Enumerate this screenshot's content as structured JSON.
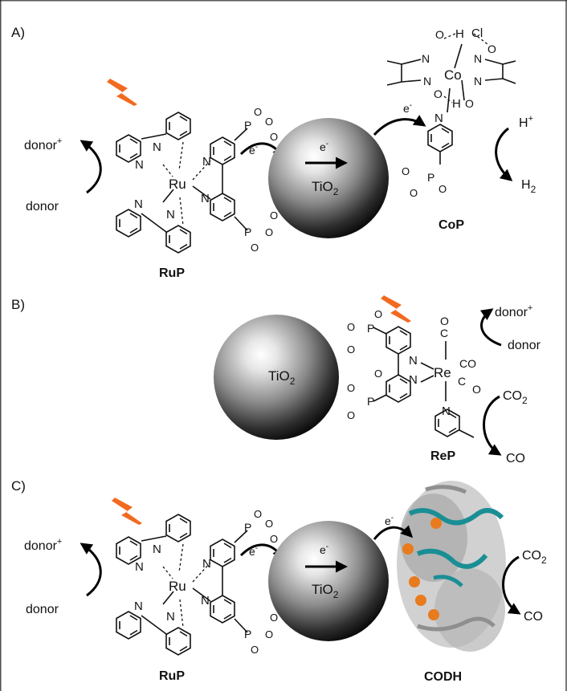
{
  "panels": {
    "a": {
      "label": "A)",
      "donor_plus": "donor",
      "donor_plus_sup": "+",
      "donor": "donor",
      "ru": "Ru",
      "ti": "TiO",
      "ti_sub": "2",
      "e1": "e",
      "e1_sup": "-",
      "e2": "e",
      "e2_sup": "-",
      "e3": "e",
      "e3_sup": "-",
      "co": "Co",
      "cl": "Cl",
      "h_plus": "H",
      "h_plus_sup": "+",
      "h2": "H",
      "h2_sub": "2",
      "rup": "RuP",
      "cop": "CoP"
    },
    "b": {
      "label": "B)",
      "ti": "TiO",
      "ti_sub": "2",
      "re": "Re",
      "donor_plus": "donor",
      "donor_plus_sup": "+",
      "donor": "donor",
      "co2": "CO",
      "co2_sub": "2",
      "co": "CO",
      "rep": "ReP"
    },
    "c": {
      "label": "C)",
      "donor_plus": "donor",
      "donor_plus_sup": "+",
      "donor": "donor",
      "ru": "Ru",
      "ti": "TiO",
      "ti_sub": "2",
      "e1": "e",
      "e1_sup": "-",
      "e2": "e",
      "e2_sup": "-",
      "e3": "e",
      "e3_sup": "-",
      "co2": "CO",
      "co2_sub": "2",
      "co": "CO",
      "rup": "RuP",
      "codh": "CODH"
    }
  },
  "colors": {
    "flash": "#f26a21",
    "protein_gray": "#b9b9b9",
    "protein_teal": "#1a8e95",
    "cluster_orange": "#e87b1e"
  }
}
